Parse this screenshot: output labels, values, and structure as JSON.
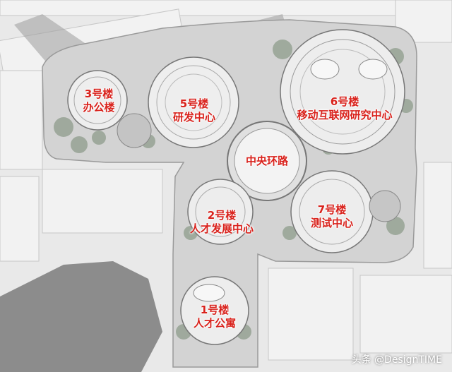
{
  "map": {
    "buildings": [
      {
        "id": "b3",
        "name": "3号楼",
        "desc": "办公楼"
      },
      {
        "id": "b5",
        "name": "5号楼",
        "desc": "研发中心"
      },
      {
        "id": "b6",
        "name": "6号楼",
        "desc": "移动互联网研究中心"
      },
      {
        "id": "ring",
        "name": "中央环路"
      },
      {
        "id": "b2",
        "name": "2号楼",
        "desc": "人才发展中心"
      },
      {
        "id": "b7",
        "name": "7号楼",
        "desc": "测试中心"
      },
      {
        "id": "b1",
        "name": "1号楼",
        "desc": "人才公寓"
      }
    ],
    "watermark": "头条 @DesignTIME",
    "colors": {
      "label": "#d9221c",
      "ground": "#e9e9e9",
      "site": "#cfcfcf",
      "shadow": "#8f8f8f",
      "tree": "#8a9a88"
    }
  }
}
